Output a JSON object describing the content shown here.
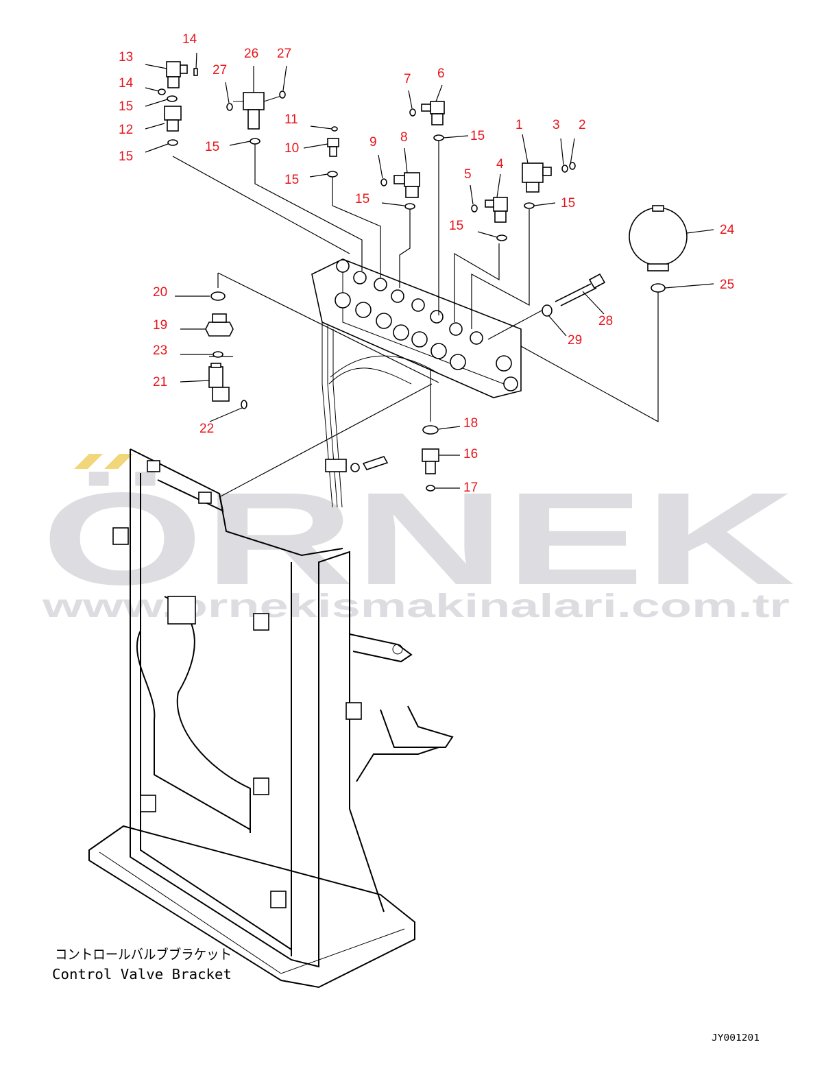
{
  "callouts": [
    "1",
    "2",
    "3",
    "4",
    "5",
    "6",
    "7",
    "8",
    "9",
    "10",
    "11",
    "12",
    "13",
    "14",
    "15",
    "16",
    "17",
    "18",
    "19",
    "20",
    "21",
    "22",
    "23",
    "24",
    "25",
    "26",
    "27",
    "28",
    "29"
  ],
  "watermark": {
    "brand": "ÖRNEK",
    "url": "www.ornekismakinalari.com.tr",
    "accent_color": "#f2d67a",
    "text_color": "#c9c9cf"
  },
  "caption": {
    "jp": "コントロールバルブブラケット",
    "en": "Control Valve Bracket"
  },
  "drawing_code": "JY001201",
  "colors": {
    "callout": "#e8141b",
    "line": "#000000"
  }
}
